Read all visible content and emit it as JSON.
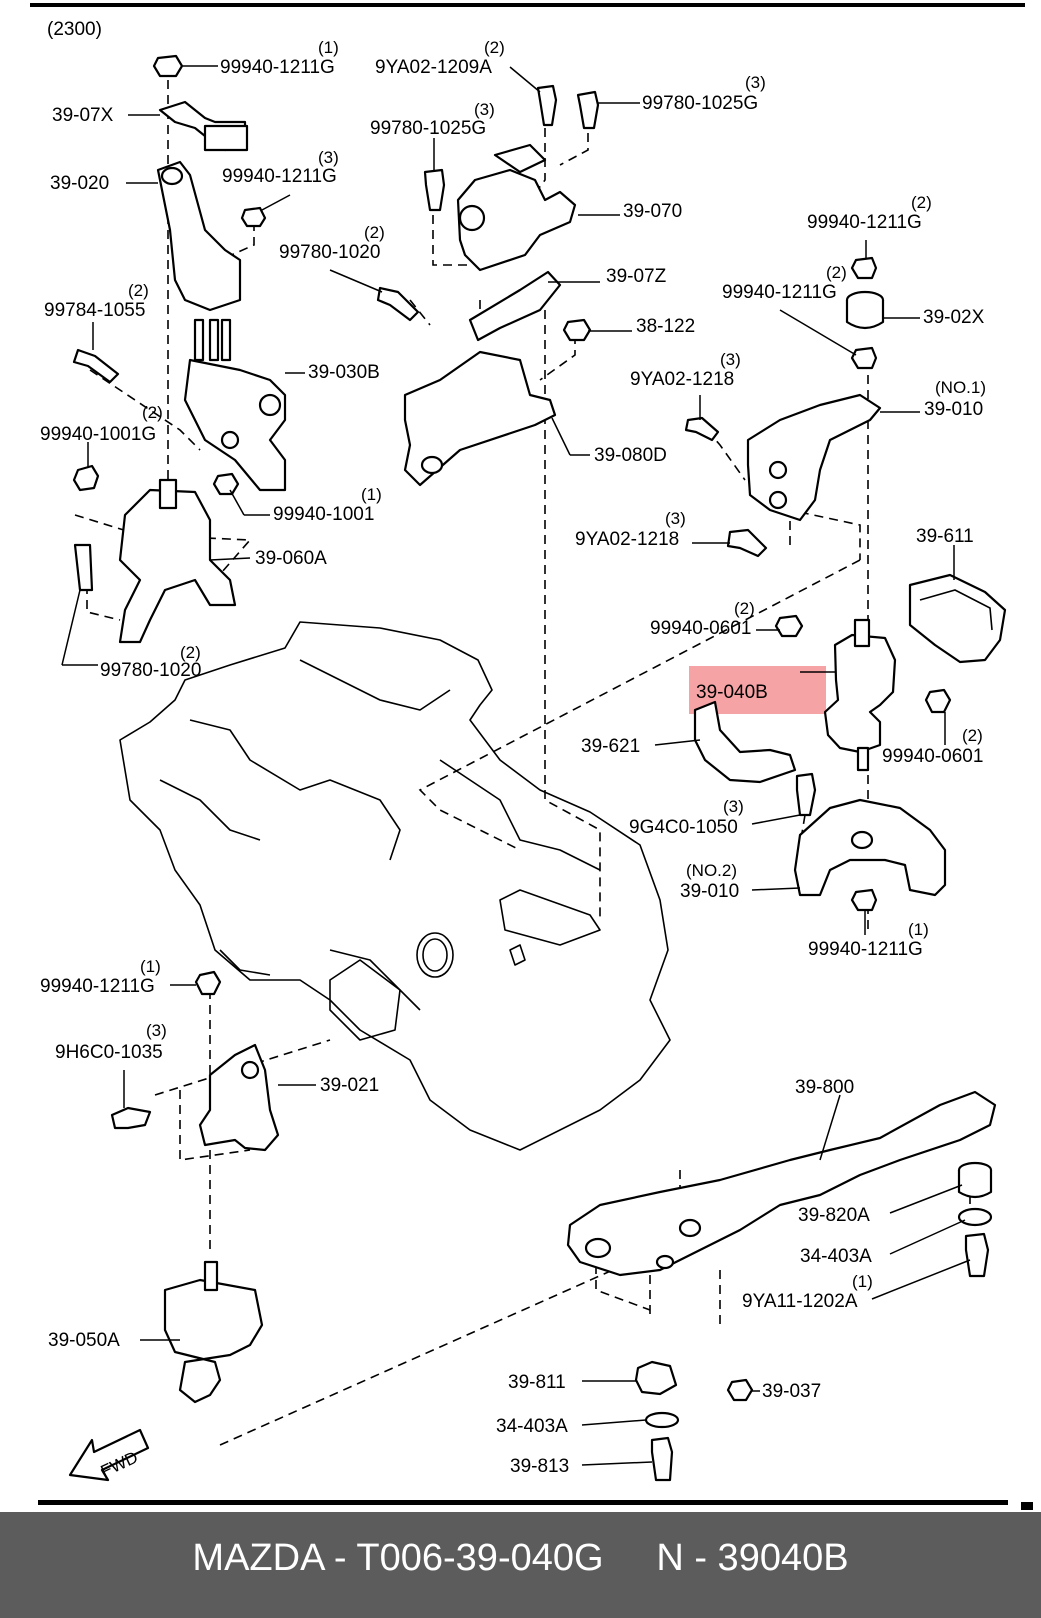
{
  "diagram": {
    "group_code": "(2300)",
    "fwd_label": "FWD",
    "highlighted_part": "39-040B",
    "labels": {
      "p99940_1211g_a": "99940-1211G",
      "q99940_1211g_a": "(1)",
      "p9ya02_1209a": "9YA02-1209A",
      "q9ya02_1209a": "(2)",
      "p99780_1025g_a": "99780-1025G",
      "q99780_1025g_a": "(3)",
      "p39_07x": "39-07X",
      "p99780_1025g_b": "99780-1025G",
      "q99780_1025g_b": "(3)",
      "p39_020": "39-020",
      "p99940_1211g_b": "99940-1211G",
      "q99940_1211g_b": "(3)",
      "p39_070": "39-070",
      "p99940_1211g_c": "99940-1211G",
      "q99940_1211g_c": "(2)",
      "p99780_1020_a": "99780-1020",
      "q99780_1020_a": "(2)",
      "p39_07z": "39-07Z",
      "p99940_1211g_d": "99940-1211G",
      "q99940_1211g_d": "(2)",
      "p99784_1055": "99784-1055",
      "q99784_1055": "(2)",
      "p38_122": "38-122",
      "p39_02x": "39-02X",
      "p39_030b": "39-030B",
      "p9ya02_1218_a": "9YA02-1218",
      "q9ya02_1218_a": "(3)",
      "p39_010_no1": "39-010",
      "q39_010_no1": "(NO.1)",
      "p99940_1001g": "99940-1001G",
      "q99940_1001g": "(2)",
      "p39_080d": "39-080D",
      "p99940_1001": "99940-1001",
      "q99940_1001": "(1)",
      "p39_060a": "39-060A",
      "p9ya02_1218_b": "9YA02-1218",
      "q9ya02_1218_b": "(3)",
      "p39_611": "39-611",
      "p99940_0601_a": "99940-0601",
      "q99940_0601_a": "(2)",
      "p39_040b": "39-040B",
      "p99780_1020_b": "99780-1020",
      "q99780_1020_b": "(2)",
      "p39_621": "39-621",
      "p99940_0601_b": "99940-0601",
      "q99940_0601_b": "(2)",
      "p9g4c0_1050": "9G4C0-1050",
      "q9g4c0_1050": "(3)",
      "p39_010_no2": "39-010",
      "q39_010_no2": "(NO.2)",
      "p99940_1211g_e": "99940-1211G",
      "q99940_1211g_e": "(1)",
      "p99940_1211g_f": "99940-1211G",
      "q99940_1211g_f": "(1)",
      "p9h6c0_1035": "9H6C0-1035",
      "q9h6c0_1035": "(3)",
      "p39_021": "39-021",
      "p39_800": "39-800",
      "p39_820a": "39-820A",
      "p34_403a_a": "34-403A",
      "p9ya11_1202a": "9YA11-1202A",
      "q9ya11_1202a": "(1)",
      "p39_050a": "39-050A",
      "p39_811": "39-811",
      "p39_037": "39-037",
      "p34_403a_b": "34-403A",
      "p39_813": "39-813"
    }
  },
  "footer": {
    "text": "MAZDA - T006-39-040G     N - 39040B"
  },
  "colors": {
    "highlight": "#f6a3a6",
    "footer_bg": "#5c5c5c",
    "footer_text": "#ffffff"
  }
}
